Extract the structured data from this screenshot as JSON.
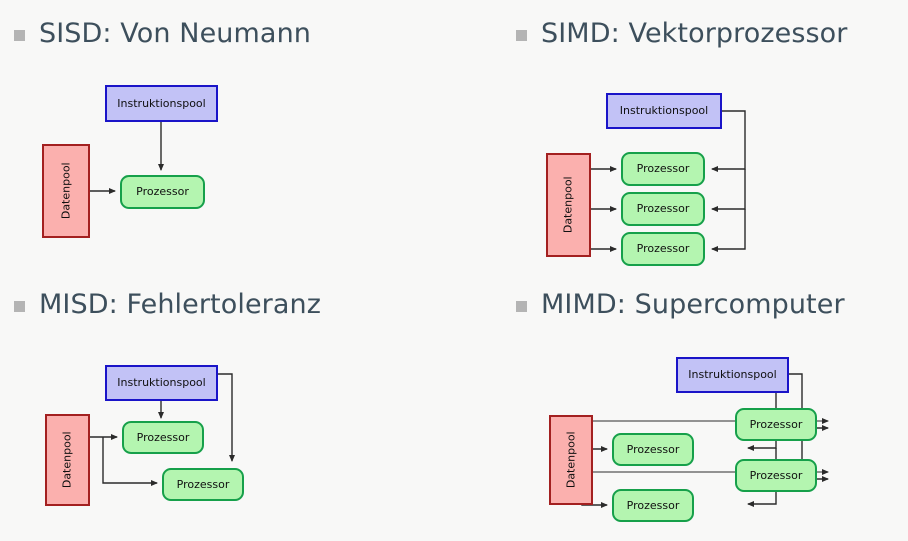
{
  "slide": {
    "background_color": "#f8f8f7",
    "heading_color": "#3d4f5c",
    "bullet_color": "#b4b4b4"
  },
  "palette": {
    "instruction_fill": "#c2c2f6",
    "instruction_border": "#1a14c8",
    "data_fill": "#fbb0ae",
    "data_border": "#a32020",
    "processor_fill": "#b4f5b0",
    "processor_border": "#16a04a",
    "wire": "#3a3a3a"
  },
  "labels": {
    "instruction_pool": "Instruktionspool",
    "data_pool": "Datenpool",
    "processor": "Prozessor"
  },
  "quadrants": [
    {
      "id": "sisd",
      "heading": "SISD: Von Neumann",
      "instruction_pools": 1,
      "data_pools": 1,
      "processors": 1
    },
    {
      "id": "simd",
      "heading": "SIMD: Vektorprozessor",
      "instruction_pools": 1,
      "data_pools": 1,
      "processors": 3
    },
    {
      "id": "misd",
      "heading": "MISD: Fehlertoleranz",
      "instruction_pools": 1,
      "data_pools": 1,
      "processors": 2
    },
    {
      "id": "mimd",
      "heading": "MIMD: Supercomputer",
      "instruction_pools": 1,
      "data_pools": 1,
      "processors": 4
    }
  ]
}
